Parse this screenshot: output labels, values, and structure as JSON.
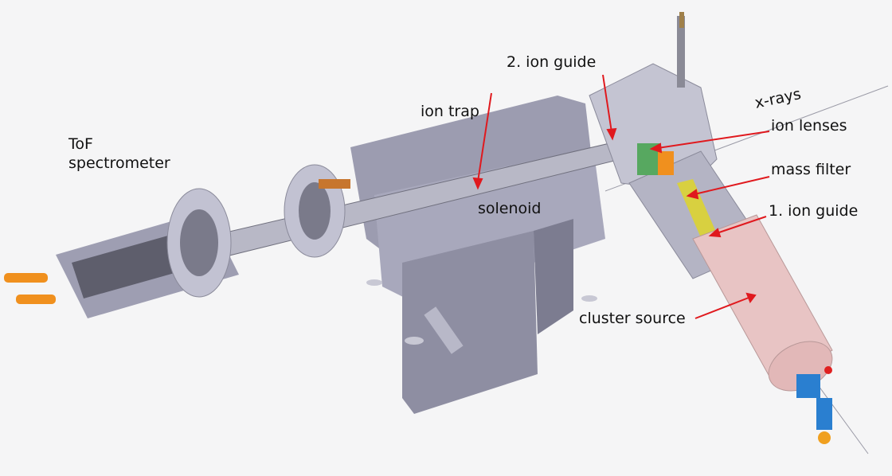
{
  "labels": {
    "tof_line1": "ToF",
    "tof_line2": "spectrometer",
    "ion_trap": "ion trap",
    "ion_guide_2": "2. ion guide",
    "x_rays": "x-rays",
    "ion_lenses": "ion lenses",
    "mass_filter": "mass filter",
    "ion_guide_1": "1. ion guide",
    "solenoid": "solenoid",
    "cluster_source": "cluster source"
  },
  "colors": {
    "arrow": "#e0191e",
    "metal": "#a9a9b9",
    "metal_dark": "#7f7f8f",
    "pink": "#e8c4c4",
    "orange": "#f0901e"
  }
}
